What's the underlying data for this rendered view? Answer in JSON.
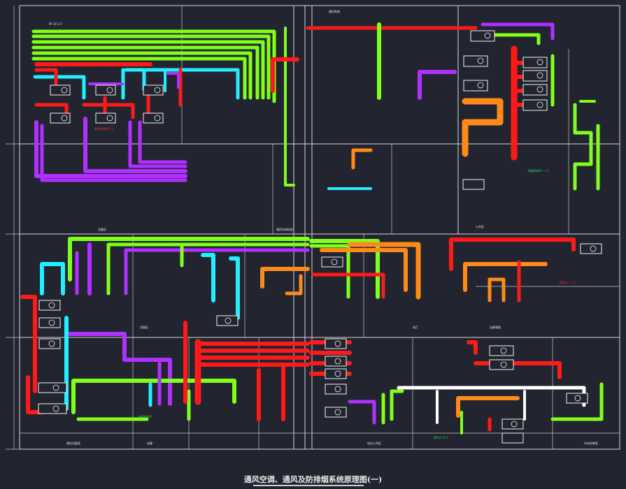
{
  "diagram": {
    "title": "通风空调、通风及防排烟系统原理图(一)",
    "colors": {
      "background": "#222530",
      "exhaust_smoke": "#ff1a1a",
      "fresh_air": "#7fff1a",
      "return_air": "#b030ff",
      "supply_air": "#22eeff",
      "orange_duct": "#ff8a1a",
      "frame": "#d8d8d8"
    },
    "labels": {
      "top_header": "通风系统",
      "tag_left_top": "PF-1F-2-7",
      "zone_left_1": "新风机房排1-2",
      "zone_left_2": "设备区",
      "zone_left_3": "设备区",
      "zone_mid_1": "通风空调机房",
      "zone_mid_2": "走廊",
      "zone_mid_3": "站厅",
      "zone_right_1": "走廊通道",
      "zone_right_2": "公共区",
      "zone_bottom_1": "通信设备室",
      "zone_bottom_2": "站台公共区",
      "zone_bottom_3": "车站控制室",
      "note_1": "防烟机房A——1",
      "note_2": "新风机房A",
      "note_3": "排风口——1",
      "note_4": "DN-1F-2-7"
    }
  }
}
